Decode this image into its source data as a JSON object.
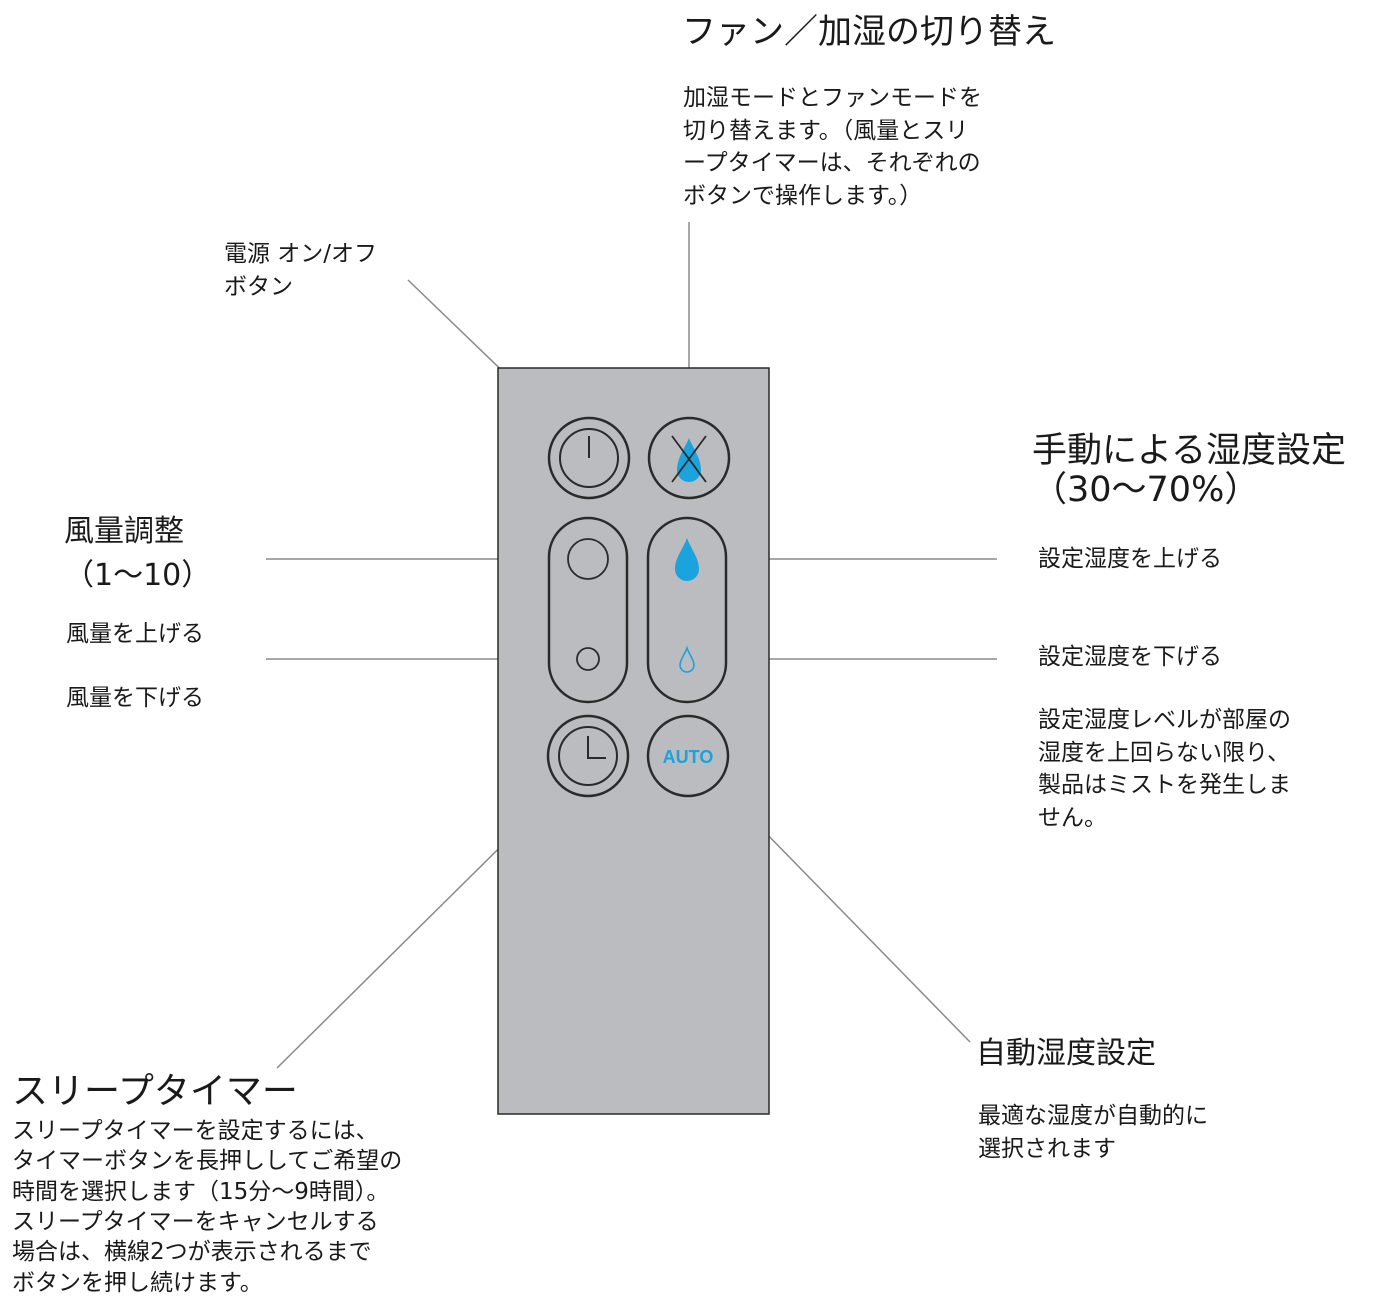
{
  "colors": {
    "remote_body": "#bbbcbf",
    "outline": "#2a2a2a",
    "accent": "#1aa3dc",
    "leader": "#8a8a8a"
  },
  "remote": {
    "buttons": [
      {
        "name": "power-button",
        "icon": "power-icon"
      },
      {
        "name": "mode-toggle-button",
        "icon": "droplet-crossed-icon"
      },
      {
        "name": "airflow-up-button",
        "icon": "large-circle-icon"
      },
      {
        "name": "airflow-down-button",
        "icon": "small-circle-icon"
      },
      {
        "name": "humidity-up-button",
        "icon": "filled-droplet-icon"
      },
      {
        "name": "humidity-down-button",
        "icon": "outline-droplet-icon"
      },
      {
        "name": "sleep-timer-button",
        "icon": "clock-icon"
      },
      {
        "name": "auto-button",
        "label": "AUTO"
      }
    ]
  },
  "labels": {
    "mode_switch": {
      "title": "ファン／加湿の切り替え",
      "desc": [
        "加湿モードとファンモードを",
        "切り替えます。（風量とスリ",
        "ープタイマーは、それぞれの",
        "ボタンで操作します。）"
      ]
    },
    "power": {
      "lines": [
        "電源 オン/オフ",
        "ボタン"
      ]
    },
    "airflow": {
      "title_lines": [
        "風量調整",
        "（1〜10）"
      ],
      "up": "風量を上げる",
      "down": "風量を下げる"
    },
    "manual_humidity": {
      "title_lines": [
        "手動による湿度設定",
        "（30〜70%）"
      ],
      "up": "設定湿度を上げる",
      "down": "設定湿度を下げる",
      "note": [
        "設定湿度レベルが部屋の",
        "湿度を上回らない限り、",
        "製品はミストを発生しま",
        "せん。"
      ]
    },
    "auto_humidity": {
      "title": "自動湿度設定",
      "desc": [
        "最適な湿度が自動的に",
        "選択されます"
      ]
    },
    "sleep_timer": {
      "title": "スリープタイマー",
      "desc": [
        "スリープタイマーを設定するには、",
        "タイマーボタンを長押ししてご希望の",
        "時間を選択します（15分〜9時間）。",
        "スリープタイマーをキャンセルする",
        "場合は、横線2つが表示されるまで",
        "ボタンを押し続けます。"
      ]
    }
  }
}
